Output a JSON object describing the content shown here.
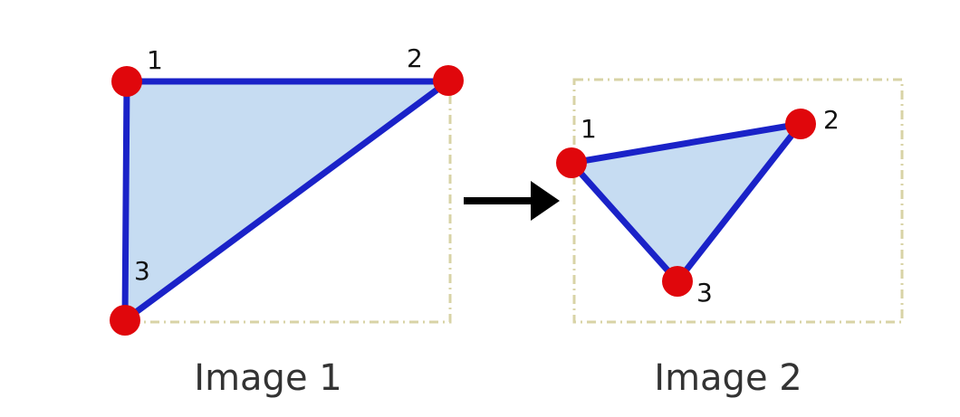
{
  "colors": {
    "edge": "#1a22c8",
    "fill": "#c6dcf2",
    "vertex": "#e0070c",
    "arrow": "#000000",
    "frame": "#d8d3a6"
  },
  "image1": {
    "caption": "Image 1",
    "labels": {
      "v1": "1",
      "v2": "2",
      "v3": "3"
    }
  },
  "image2": {
    "caption": "Image 2",
    "labels": {
      "v1": "1",
      "v2": "2",
      "v3": "3"
    }
  },
  "arrow": {
    "icon": "right-arrow-icon"
  }
}
